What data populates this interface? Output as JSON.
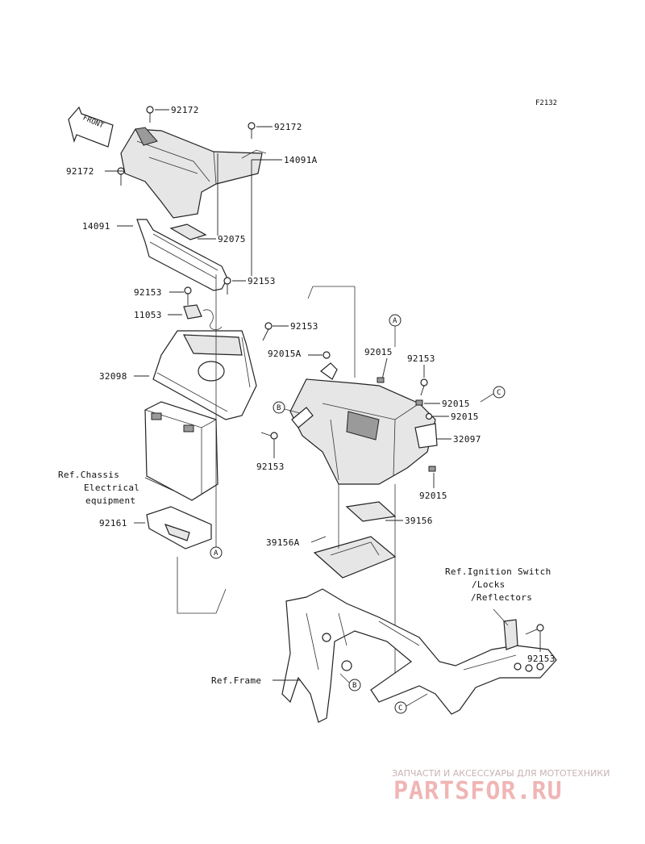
{
  "figure_code": "F2132",
  "front_arrow_text": "FRONT",
  "labels": {
    "p92172_top": "92172",
    "p92172_mid": "92172",
    "p92172_left": "92172",
    "p14091A": "14091A",
    "p14091": "14091",
    "p92075": "92075",
    "p92153_a": "92153",
    "p92153_b": "92153",
    "p11053": "11053",
    "p92153_c": "92153",
    "p92015A": "92015A",
    "p92015_a": "92015",
    "p92153_d": "92153",
    "p32098": "32098",
    "p92015_b": "92015",
    "p92015_c": "92015",
    "p32097": "32097",
    "p92153_e": "92153",
    "p92015_d": "92015",
    "p92161": "92161",
    "p39156": "39156",
    "p39156A": "39156A",
    "p92153_f": "92153"
  },
  "refs": {
    "chassis_line1": "Ref.Chassis",
    "chassis_line2": "Electrical",
    "chassis_line3": "equipment",
    "ignition_line1": "Ref.Ignition Switch",
    "ignition_line2": "/Locks",
    "ignition_line3": "/Reflectors",
    "frame": "Ref.Frame"
  },
  "callouts": {
    "a_top": "A",
    "a_bottom": "A",
    "b_left": "B",
    "b_bottom": "B",
    "c_right": "C",
    "c_bottom": "C"
  },
  "watermark": {
    "tagline": "ЗАПЧАСТИ И АКСЕССУАРЫ ДЛЯ МОТОТЕХНИКИ",
    "brand": "PARTSFOR.RU"
  }
}
